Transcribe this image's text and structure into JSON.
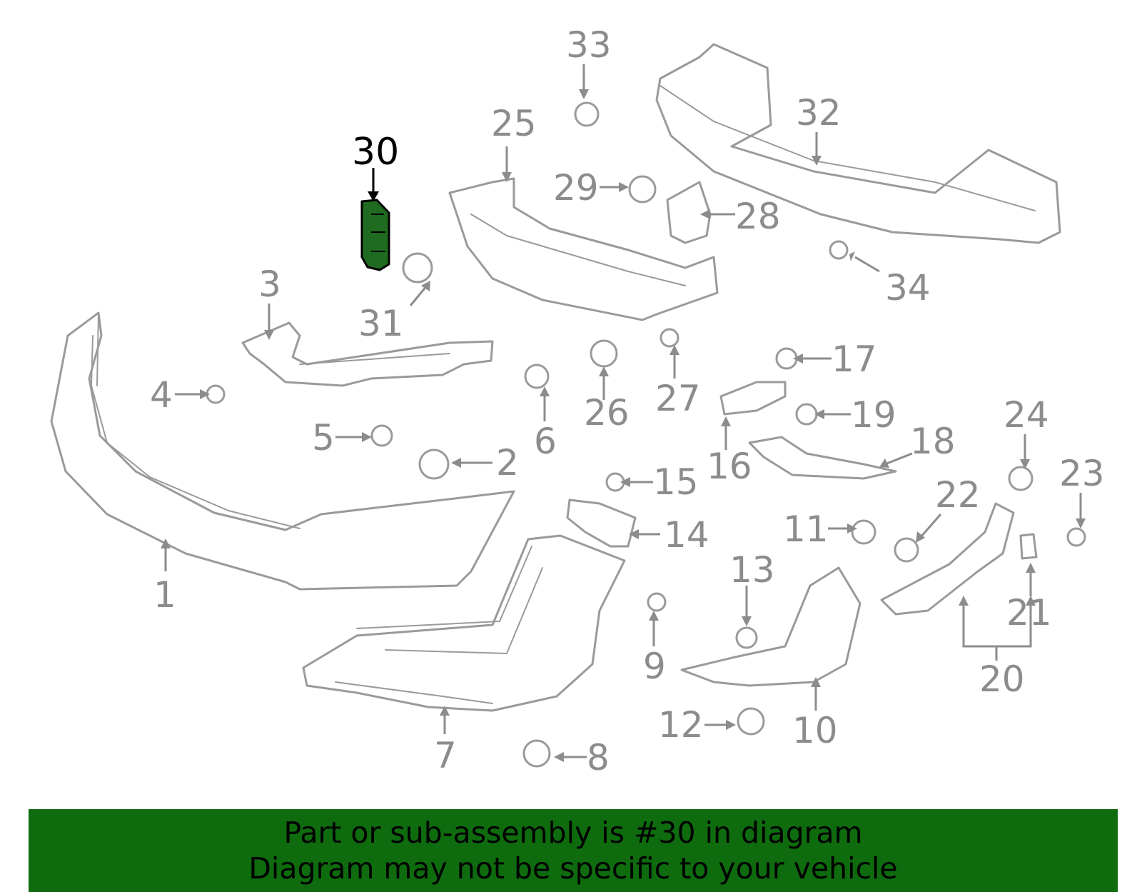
{
  "diagram": {
    "highlighted_part": "30",
    "highlight_color": "#1f6b1f",
    "part_color": "#9a9a9a",
    "callouts": [
      "1",
      "2",
      "3",
      "4",
      "5",
      "6",
      "7",
      "8",
      "9",
      "10",
      "11",
      "12",
      "13",
      "14",
      "15",
      "16",
      "17",
      "18",
      "19",
      "20",
      "21",
      "22",
      "23",
      "24",
      "25",
      "26",
      "27",
      "28",
      "29",
      "30",
      "31",
      "32",
      "33",
      "34"
    ]
  },
  "banner": {
    "line1": "Part or sub-assembly is #30 in diagram",
    "line2": "Diagram may not be specific to your vehicle",
    "color": "#0e6b0e"
  }
}
